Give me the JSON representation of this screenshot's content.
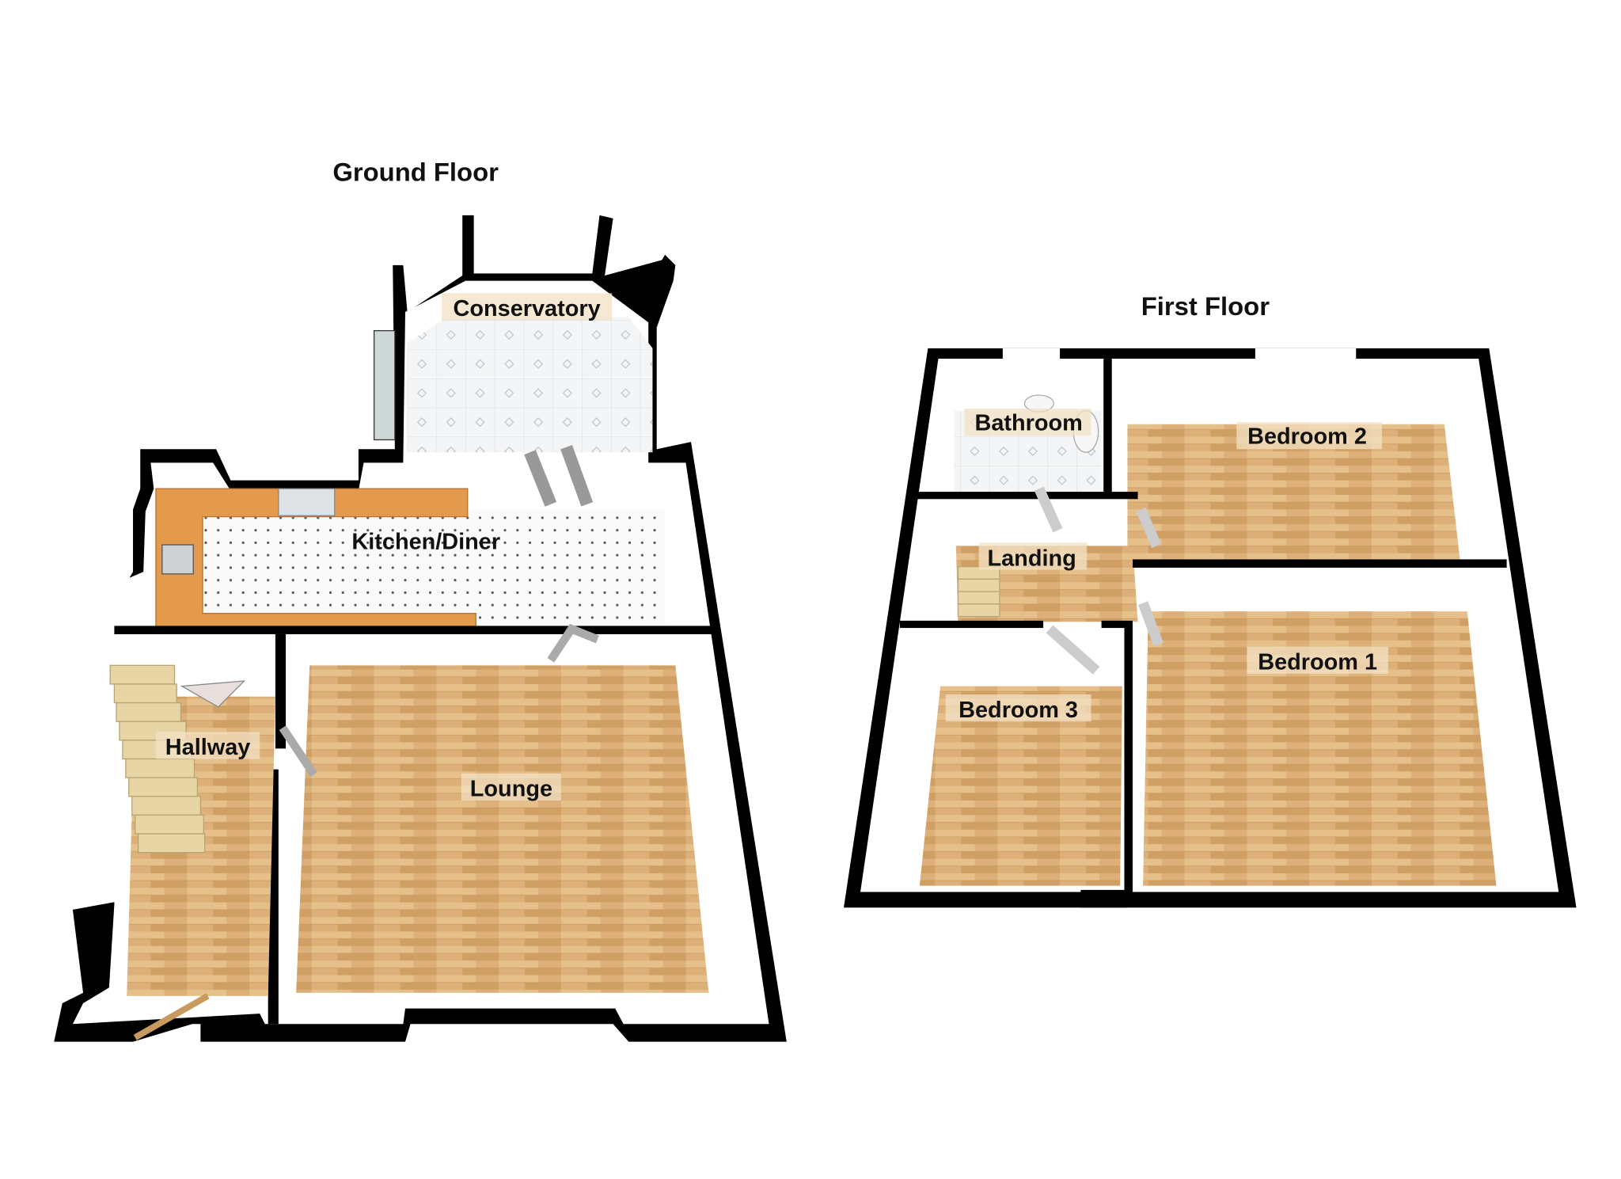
{
  "ground_floor": {
    "title": "Ground Floor",
    "rooms": {
      "conservatory": "Conservatory",
      "kitchen_diner": "Kitchen/Diner",
      "hallway": "Hallway",
      "lounge": "Lounge"
    }
  },
  "first_floor": {
    "title": "First Floor",
    "rooms": {
      "bathroom": "Bathroom",
      "bedroom2": "Bedroom 2",
      "landing": "Landing",
      "bedroom1": "Bedroom 1",
      "bedroom3": "Bedroom 3"
    }
  },
  "colors": {
    "wall": "#000000",
    "wood": "#d9ae72",
    "worktop": "#e39a4c",
    "tile": "#f1f3f4",
    "wall_face": "#ffffff"
  }
}
